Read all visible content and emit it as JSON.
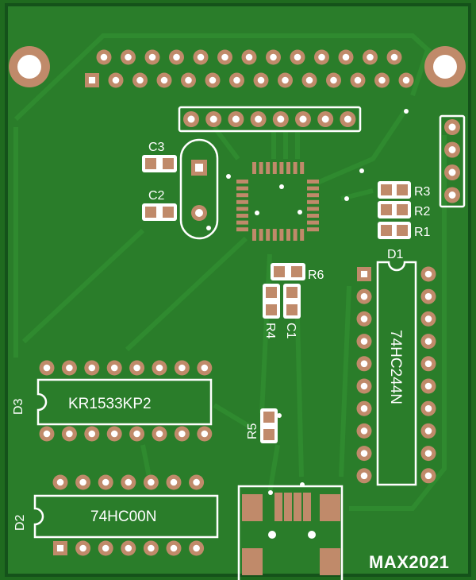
{
  "board": {
    "silk_color": "#ffffff",
    "copper_color": "#c08a6a",
    "mask_color": "#1f6a1f",
    "trace_color": "#2e8a2e",
    "signature": "MAX2021"
  },
  "labels": {
    "c3": "C3",
    "c2": "C2",
    "r3": "R3",
    "r2": "R2",
    "r1": "R1",
    "d1": "D1",
    "r6": "R6",
    "r4": "R4",
    "c1": "C1",
    "d3": "D3",
    "r5": "R5",
    "d2": "D2"
  },
  "chips": {
    "d1": "74HC244N",
    "d3": "KR1533KP2",
    "d2": "74HC00N"
  }
}
